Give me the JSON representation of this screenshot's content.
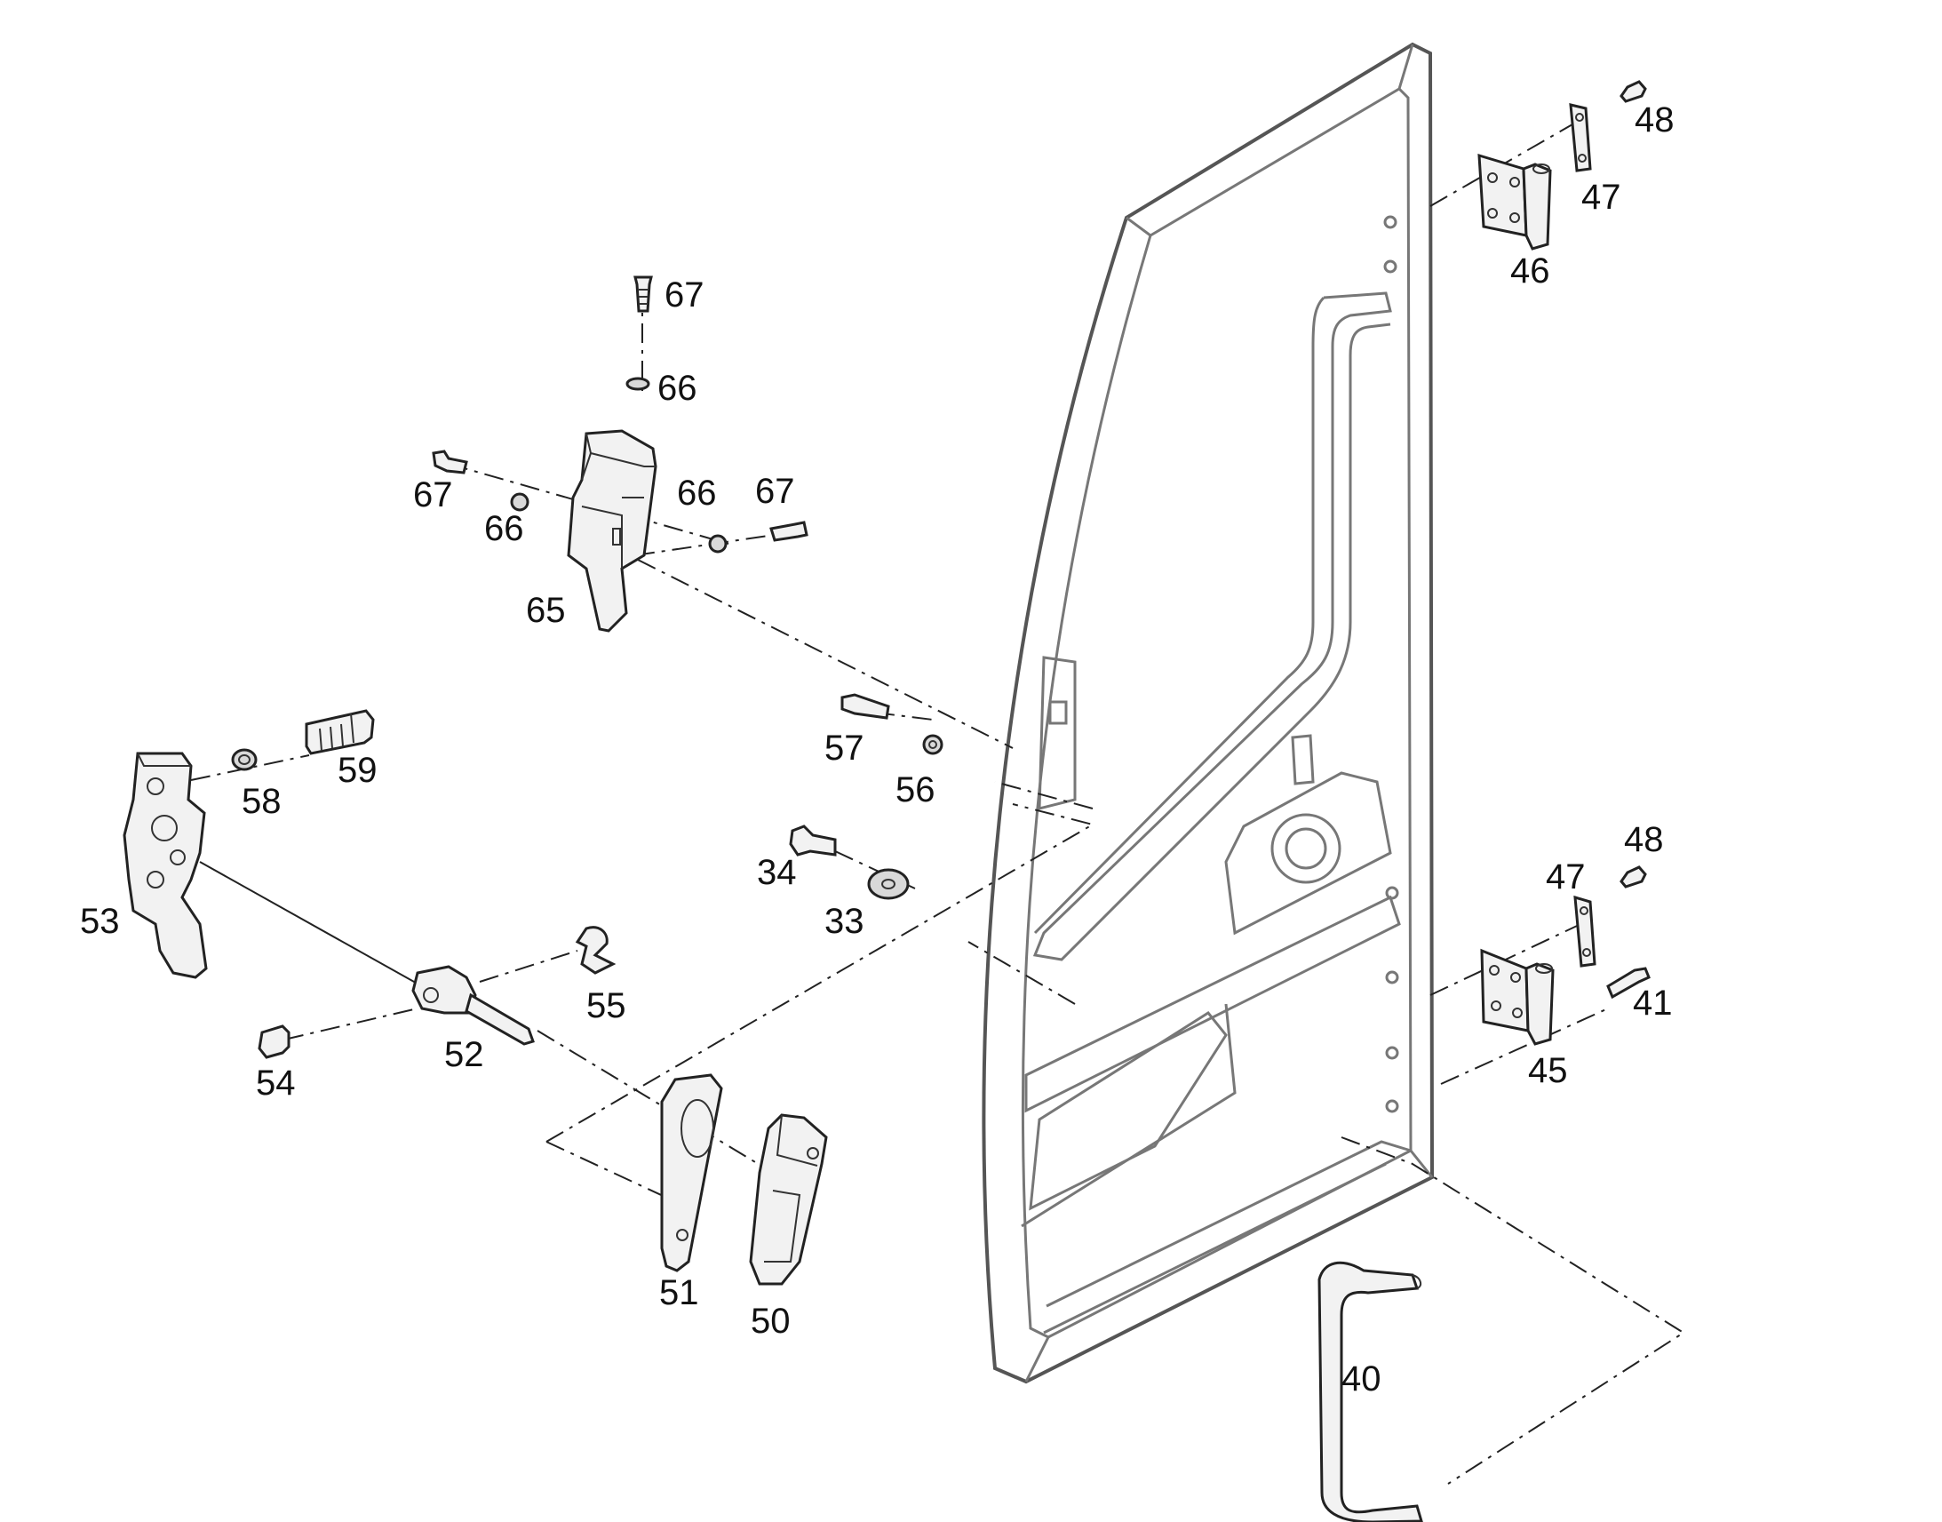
{
  "labels": {
    "p33": "33",
    "p34": "34",
    "p40": "40",
    "p41": "41",
    "p45": "45",
    "p46": "46",
    "p47a": "47",
    "p47b": "47",
    "p48a": "48",
    "p48b": "48",
    "p50": "50",
    "p51": "51",
    "p52": "52",
    "p53": "53",
    "p54": "54",
    "p55": "55",
    "p56": "56",
    "p57": "57",
    "p58": "58",
    "p59": "59",
    "p65": "65",
    "p66a": "66",
    "p66b": "66",
    "p66c": "66",
    "p67a": "67",
    "p67b": "67",
    "p67c": "67"
  },
  "colors": {
    "line": "#222222",
    "frame": "#555555",
    "part_fill": "#f2f2f2"
  }
}
